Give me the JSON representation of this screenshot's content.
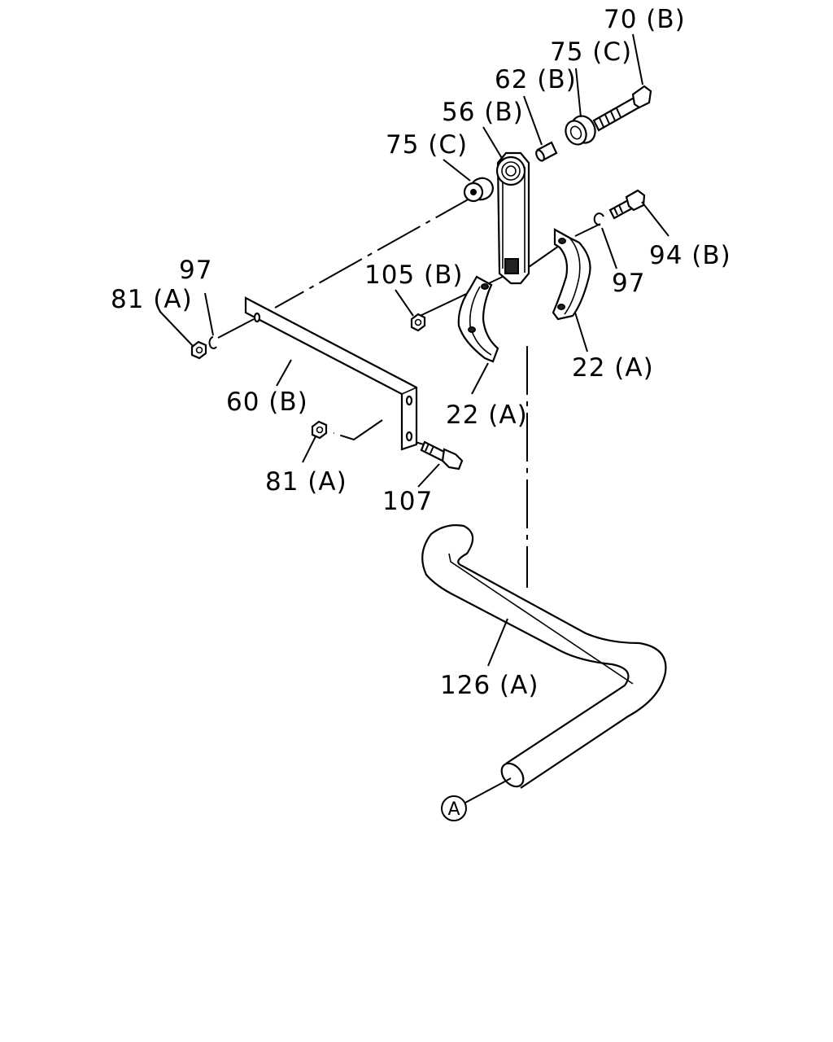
{
  "labels": {
    "l70b": "70 (B)",
    "l75c_top": "75 (C)",
    "l62b": "62 (B)",
    "l56b": "56 (B)",
    "l75c": "75 (C)",
    "l94b": "94 (B)",
    "l97_right": "97",
    "l97_left": "97",
    "l81a_top": "81 (A)",
    "l105b": "105 (B)",
    "l22a_right": "22 (A)",
    "l22a_left": "22 (A)",
    "l60b": "60 (B)",
    "l81a_bottom": "81 (A)",
    "l107": "107",
    "l126a": "126 (A)",
    "circle_a": "A"
  }
}
